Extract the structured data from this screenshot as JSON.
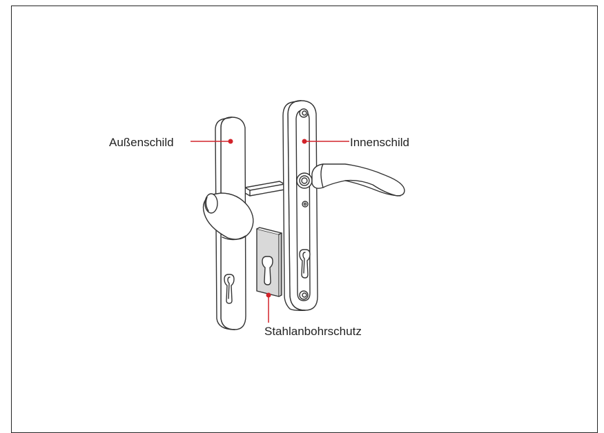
{
  "labels": {
    "aussenschild": "Außenschild",
    "innenschild": "Innenschild",
    "stahlanbohrschutz": "Stahlanbohrschutz"
  },
  "colors": {
    "callout": "#d2232a",
    "outline": "#333333",
    "plate": "#d9d9d9"
  }
}
